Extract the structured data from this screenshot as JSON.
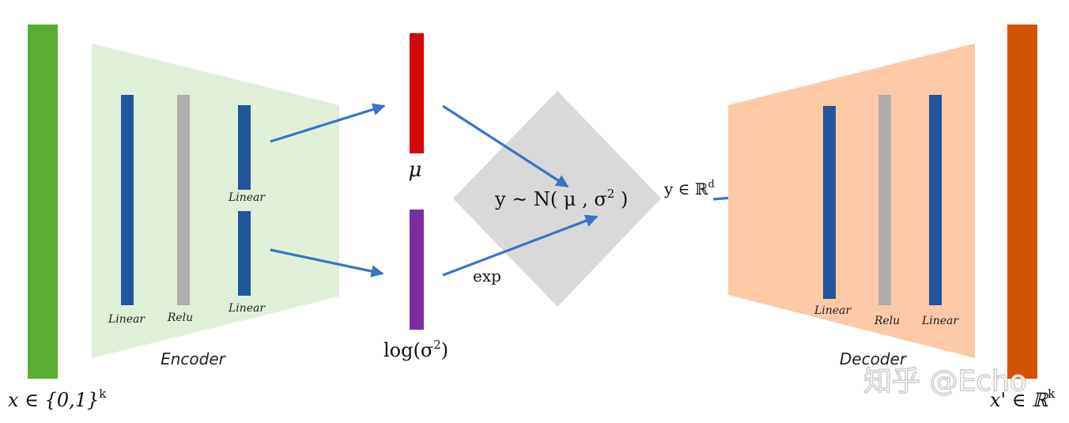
{
  "colors": {
    "input": "#5aad33",
    "encoder_bg": "#e0f0d8",
    "linear": "#23559b",
    "relu": "#b0adad",
    "mu": "#d40808",
    "logvar": "#7a2ea0",
    "sampler": "#d9d9d9",
    "decoder_bg": "#fdc9a6",
    "output": "#d35400",
    "arrow": "#3a74c4"
  },
  "input": {
    "label_main": "x ∈ {0,1}",
    "label_sup": "k"
  },
  "encoder": {
    "title": "Encoder",
    "layers": [
      "Linear",
      "Relu",
      "Linear",
      "Linear"
    ]
  },
  "latent": {
    "mu_label": "μ",
    "logvar_label_pre": "log(σ",
    "logvar_label_sup": "2",
    "logvar_label_post": ")"
  },
  "sampler": {
    "formula_pre": "y ~ N( μ , σ",
    "formula_sup": "2",
    "formula_post": " )",
    "exp_label": "exp"
  },
  "latent_out": {
    "label_main": "y  ∈ ℝ",
    "label_sup": "d"
  },
  "decoder": {
    "title": "Decoder",
    "layers": [
      "Linear",
      "Relu",
      "Linear"
    ]
  },
  "output": {
    "label_main": "x' ∈ ℝ",
    "label_sup": "k"
  },
  "watermark": "知乎 @Echo"
}
